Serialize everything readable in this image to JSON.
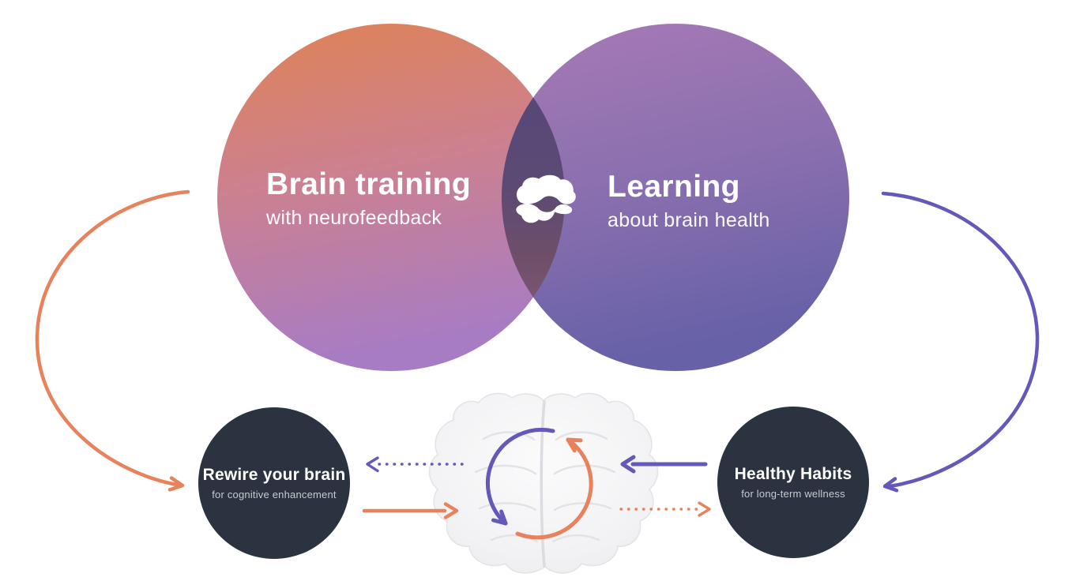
{
  "venn": {
    "left": {
      "title": "Brain training",
      "subtitle": "with neurofeedback"
    },
    "right": {
      "title": "Learning",
      "subtitle": "about brain health"
    },
    "logo_icon": "brain-cloud-logo"
  },
  "nodes": {
    "left": {
      "title": "Rewire your brain",
      "subtitle": "for cognitive enhancement"
    },
    "right": {
      "title": "Healthy Habits",
      "subtitle": "for long-term wellness"
    }
  },
  "icons": {
    "center_illustration": "brain-3d-front-view",
    "cycle_arrows": "counterclockwise-cycle"
  },
  "colors": {
    "background": "#FFFFFF",
    "orange_accent": "#E8825C",
    "purple_accent": "#6459B8",
    "node_dark": "#2A333F",
    "node_subtitle": "#C6CBD3",
    "venn_left_top": "#E08355",
    "venn_left_mid": "#CC8090",
    "venn_left_bottom": "#A77CC4",
    "venn_right_top": "#A77AB5",
    "venn_right_bottom": "#6761A7",
    "overlap_top": "#564879",
    "overlap_bottom": "#7B5571",
    "text_on_circles": "#FFFFFF"
  }
}
